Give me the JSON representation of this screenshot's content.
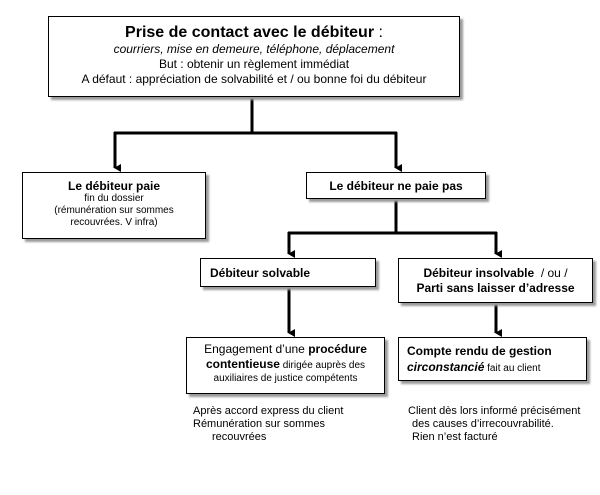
{
  "top": {
    "title": "Prise de contact avec le débiteur",
    "title_suffix": " :",
    "line1": "courriers, mise en demeure, téléphone, déplacement",
    "line2": "But : obtenir un règlement immédiat",
    "line3": "A défaut : appréciation de solvabilité et / ou bonne foi du débiteur"
  },
  "pays": {
    "title": "Le débiteur paie",
    "line1": "fin du dossier",
    "line2": "(rémunération sur sommes",
    "line3": "recouvrées. V infra)"
  },
  "nepaie": {
    "title": "Le débiteur ne paie pas"
  },
  "solvable": {
    "title": "Débiteur solvable"
  },
  "insolvable": {
    "line1_bold": "Débiteur insolvable",
    "line1_rest": "  / ou /",
    "line2": "Parti sans laisser d’adresse"
  },
  "engagement": {
    "part1": "Engagement d’une ",
    "part2_bold": "procédure",
    "part3_bold": "contentieuse",
    "part4": " dirigée auprès des",
    "part5": "auxiliaires de justice compétents"
  },
  "compte": {
    "title": "Compte rendu de gestion",
    "italic": "circonstancié",
    "rest": " fait au client"
  },
  "note_left": {
    "line1": "Après accord express du client",
    "line2": "Rémunération sur sommes",
    "line3": "recouvrées"
  },
  "note_right": {
    "line1": "Client dès lors informé précisément",
    "line2": "des causes d’irrecouvrabilité.",
    "line3": "Rien n’est facturé"
  }
}
